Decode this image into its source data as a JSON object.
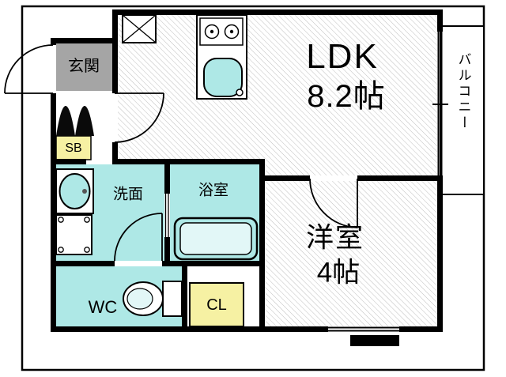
{
  "plan": {
    "rooms": {
      "entrance": {
        "label": "玄関"
      },
      "ldk": {
        "label": "LDK",
        "size": "8.2帖"
      },
      "balcony": {
        "label": "バルコニー"
      },
      "shoe_box": {
        "label": "SB"
      },
      "washroom": {
        "label": "洗面"
      },
      "bathroom": {
        "label": "浴室"
      },
      "western_room": {
        "label": "洋室",
        "size": "4帖"
      },
      "toilet": {
        "label": "WC"
      },
      "closet": {
        "label": "CL"
      }
    },
    "colors": {
      "wall": "#000000",
      "wet_area_cyan": "#aee8e6",
      "storage_yellow": "#f6f1a3",
      "entrance_gray": "#a5a5a5",
      "tub_inner": "#e2f7f7",
      "hatch_line": "#bfbfbf"
    }
  }
}
